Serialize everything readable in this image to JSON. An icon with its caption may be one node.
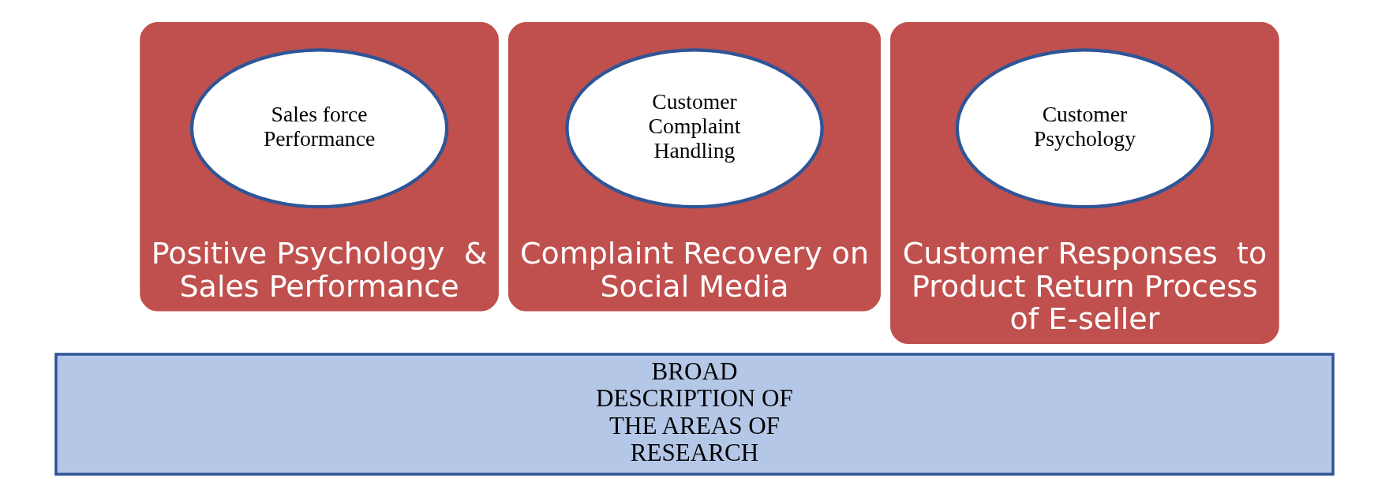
{
  "diagram": {
    "nodes": [
      {
        "text": [
          "Positive Psychology  & Sales Performance"
        ]
      },
      {
        "text": [
          "Sales force Performance"
        ],
        "in": 0
      },
      {
        "text": [
          "Complaint Recovery on Social Media"
        ]
      },
      {
        "text": [
          "Customer Complaint Handling"
        ],
        "in": 2
      },
      {
        "text": [
          "Customer Responses  to Product Return Process of E-seller"
        ]
      },
      {
        "text": [
          "Customer Psychology"
        ],
        "in": 4
      },
      {
        "text": [
          "BROAD DESCRIPTION OF THE AREAS OF RESEARCH"
        ]
      }
    ],
    "edges": []
  }
}
